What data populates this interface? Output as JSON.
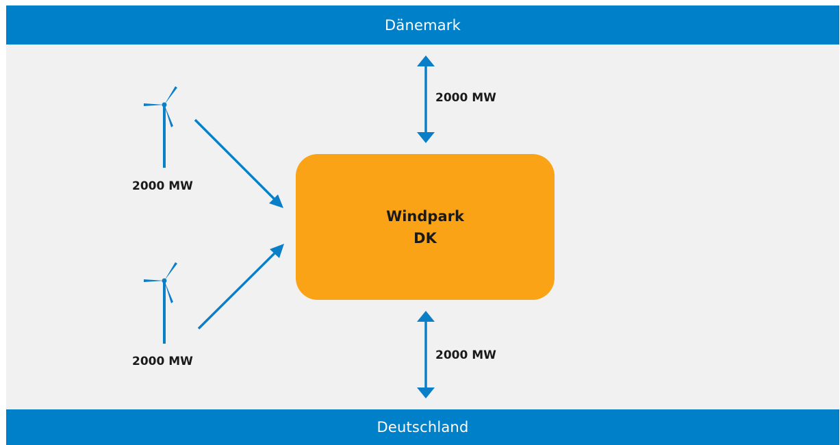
{
  "colors": {
    "band": "#0080c9",
    "background": "#f1f1f1",
    "hub": "#fba316",
    "arrow": "#0a7fc8"
  },
  "top_band": {
    "label": "Dänemark"
  },
  "bottom_band": {
    "label": "Deutschland"
  },
  "hub": {
    "line1": "Windpark",
    "line2": "DK"
  },
  "flows": {
    "turbine_top": {
      "label": "2000 MW",
      "icon": "wind-turbine-icon"
    },
    "turbine_bottom": {
      "label": "2000 MW",
      "icon": "wind-turbine-icon"
    },
    "link_denmark": {
      "label": "2000 MW"
    },
    "link_germany": {
      "label": "2000 MW"
    }
  }
}
